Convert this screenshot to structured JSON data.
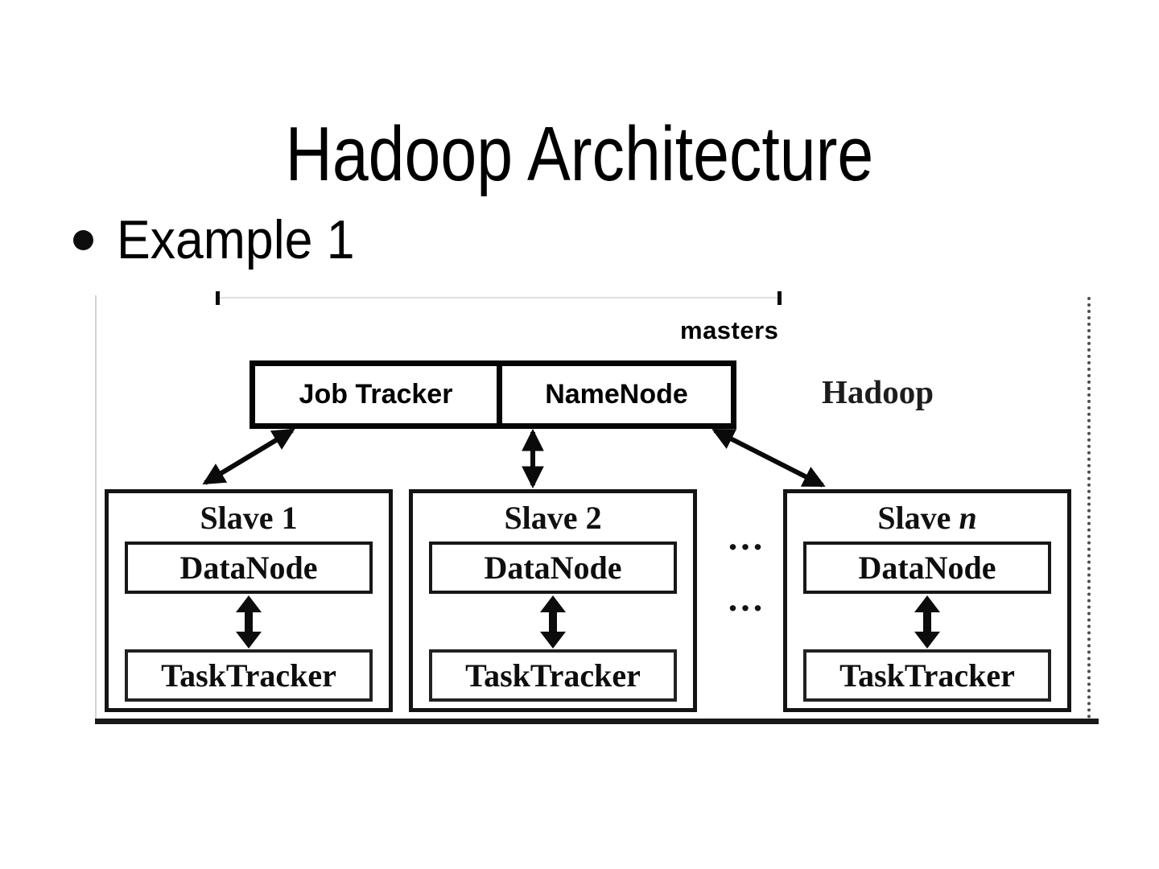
{
  "slide": {
    "title": "Hadoop Architecture",
    "bullet": "Example 1"
  },
  "diagram": {
    "masters_label": "masters",
    "hadoop_label": "Hadoop",
    "master_boxes": [
      {
        "label": "Job Tracker"
      },
      {
        "label": "NameNode"
      }
    ],
    "slaves": [
      {
        "title_prefix": "Slave",
        "title_index": "1",
        "top_box": "DataNode",
        "bottom_box": "TaskTracker"
      },
      {
        "title_prefix": "Slave",
        "title_index": "2",
        "top_box": "DataNode",
        "bottom_box": "TaskTracker"
      },
      {
        "title_prefix": "Slave",
        "title_index": "n",
        "top_box": "DataNode",
        "bottom_box": "TaskTracker"
      }
    ],
    "dots_between_top": "...",
    "dots_between_bottom": "...",
    "colors": {
      "ink": "#000000",
      "faint_line": "#d4d4d4"
    }
  }
}
